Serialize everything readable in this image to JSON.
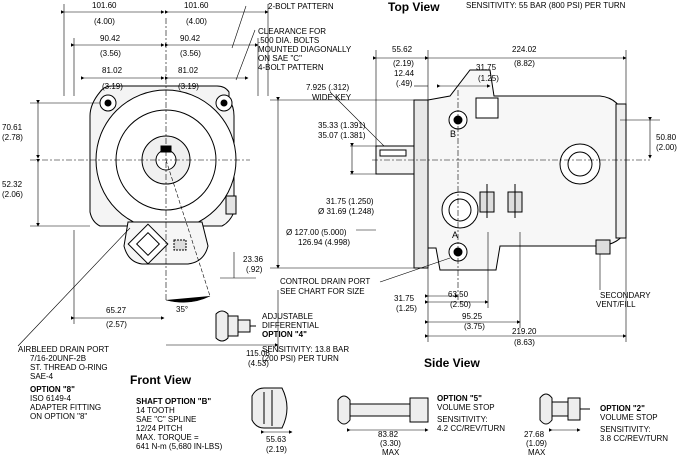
{
  "headings": {
    "top_view": "Top View",
    "front_view": "Front View",
    "side_view": "Side View"
  },
  "top_notes": {
    "two_bolt_tail": "2-BOLT PATTERN",
    "sensitivity_55": "SENSITIVITY: 55 BAR (800 PSI) PER TURN",
    "clearance": [
      "CLEARANCE FOR",
      ".500 DIA. BOLTS",
      "MOUNTED DIAGONALLY",
      "ON SAE \"C\"",
      "4-BOLT PATTERN"
    ]
  },
  "front_dims": {
    "d10160a": [
      "101.60",
      "(4.00)"
    ],
    "d10160b": [
      "101.60",
      "(4.00)"
    ],
    "d9042a": [
      "90.42",
      "(3.56)"
    ],
    "d9042b": [
      "90.42",
      "(3.56)"
    ],
    "d8102a": [
      "81.02",
      "(3.19)"
    ],
    "d8102b": [
      "81.02",
      "(3.19)"
    ],
    "d7061": [
      "70.61",
      "(2.78)"
    ],
    "d5232": [
      "52.32",
      "(2.06)"
    ],
    "d6527": [
      "65.27",
      "(2.57)"
    ],
    "d2336": [
      "23.36",
      "(.92)"
    ],
    "angle35": "35°",
    "d11506": [
      "115.06",
      "(4.53)"
    ]
  },
  "side_dims": {
    "d5562": [
      "55.62",
      "(2.19)"
    ],
    "d22402": [
      "224.02",
      "(8.82)"
    ],
    "d1244": [
      "12.44",
      "(.49)"
    ],
    "d3175top": [
      "31.75",
      "(1.25)"
    ],
    "key": [
      "7.925 (.312)",
      "WIDE KEY"
    ],
    "shaft_key": [
      "35.33 (1.391)",
      "35.07 (1.381)"
    ],
    "shaft_dia": [
      "31.75 (1.250)",
      "Ø 31.69 (1.248)"
    ],
    "d5080": [
      "50.80",
      "(2.00)"
    ],
    "pilot": [
      "Ø  127.00 (5.000)",
      "126.94 (4.998)"
    ],
    "d3175bot": [
      "31.75",
      "(1.25)"
    ],
    "d6350": [
      "63.50",
      "(2.50)"
    ],
    "d9525": [
      "95.25",
      "(3.75)"
    ],
    "d21920": [
      "219.20",
      "(8.63)"
    ],
    "port_b": "B",
    "port_a": "A",
    "control_drain": [
      "CONTROL DRAIN PORT",
      "SEE CHART FOR SIZE"
    ],
    "secondary_vent": [
      "SECONDARY",
      "VENT/FILL"
    ]
  },
  "option4": {
    "lines": [
      "ADJUSTABLE",
      "DIFFERENTIAL"
    ],
    "title": "OPTION \"4\"",
    "sens": [
      "SENSITIVITY: 13.8 BAR",
      "(200 PSI) PER TURN"
    ]
  },
  "airbleed": {
    "lines": [
      "AIRBLEED DRAIN PORT",
      "7/16-20UNF-2B",
      "ST. THREAD O-RING",
      "SAE-4"
    ]
  },
  "option8": {
    "title": "OPTION \"8\"",
    "lines": [
      "ISO 6149-4",
      "ADAPTER FITTING",
      "ON OPTION \"8\""
    ]
  },
  "optionB": {
    "title": "SHAFT OPTION \"B\"",
    "lines": [
      "14 TOOTH",
      "SAE \"C\" SPLINE",
      "12/24 PITCH",
      "MAX. TORQUE =",
      "641 N-m (5,680 IN-LBS)"
    ],
    "dim": [
      "55.63",
      "(2.19)"
    ]
  },
  "option5": {
    "title": "OPTION \"5\"",
    "lines": [
      "VOLUME STOP",
      "SENSITIVITY:",
      "4.2 CC/REV/TURN"
    ],
    "dim": [
      "83.82",
      "(3.30)",
      "MAX"
    ]
  },
  "option2": {
    "title": "OPTION \"2\"",
    "lines": [
      "VOLUME STOP",
      "SENSITIVITY:",
      "3.8 CC/REV/TURN"
    ],
    "dim": [
      "27.68",
      "(1.09)",
      "MAX"
    ]
  }
}
